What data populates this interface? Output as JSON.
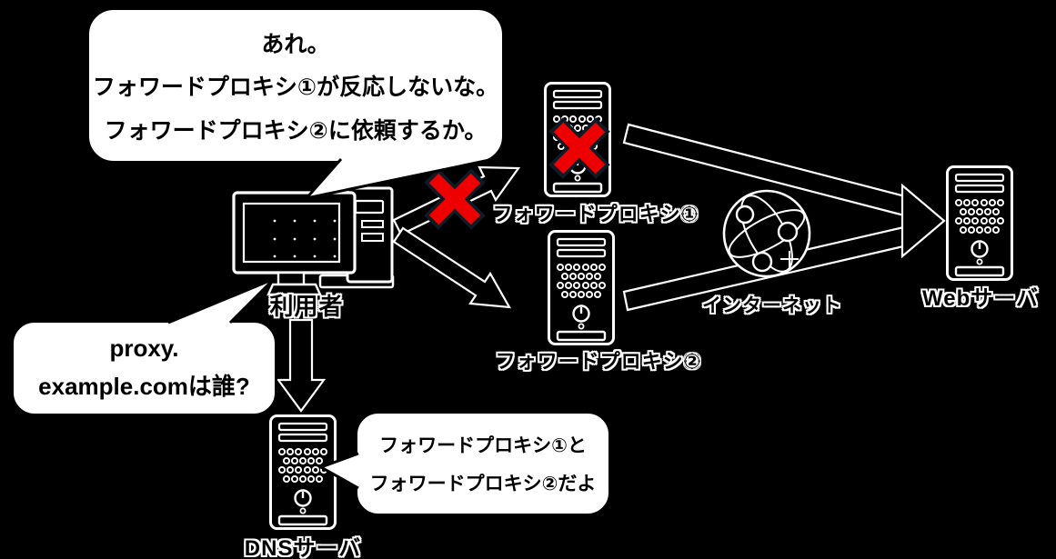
{
  "diagram": {
    "title": "forward-proxy failover diagram",
    "bubbles": {
      "user_thought": {
        "lines": [
          "あれ。",
          "フォワードプロキシ①が反応しないな。",
          "フォワードプロキシ②に依頼するか。"
        ]
      },
      "dns_query": {
        "lines": [
          "proxy.",
          "example.comは誰?"
        ]
      },
      "dns_reply": {
        "lines": [
          "フォワードプロキシ①と",
          "フォワードプロキシ②だよ"
        ]
      }
    },
    "nodes": {
      "user": {
        "label": "利用者",
        "icon": "desktop-pc-icon"
      },
      "proxy1": {
        "label": "フォワードプロキシ①",
        "icon": "server-icon",
        "status": "unreachable"
      },
      "proxy2": {
        "label": "フォワードプロキシ②",
        "icon": "server-icon"
      },
      "internet": {
        "label": "インターネット",
        "icon": "globe-icon"
      },
      "web_server": {
        "label": "Webサーバ",
        "icon": "server-icon"
      },
      "dns_server": {
        "label": "DNSサーバ",
        "icon": "server-icon"
      }
    },
    "colors": {
      "background": "#000000",
      "icon_outline": "#ffffff",
      "bubble_fill": "#ffffff",
      "bubble_border": "#000000",
      "error_x": "#ee0000",
      "error_x_outline": "#0e1b26"
    }
  }
}
